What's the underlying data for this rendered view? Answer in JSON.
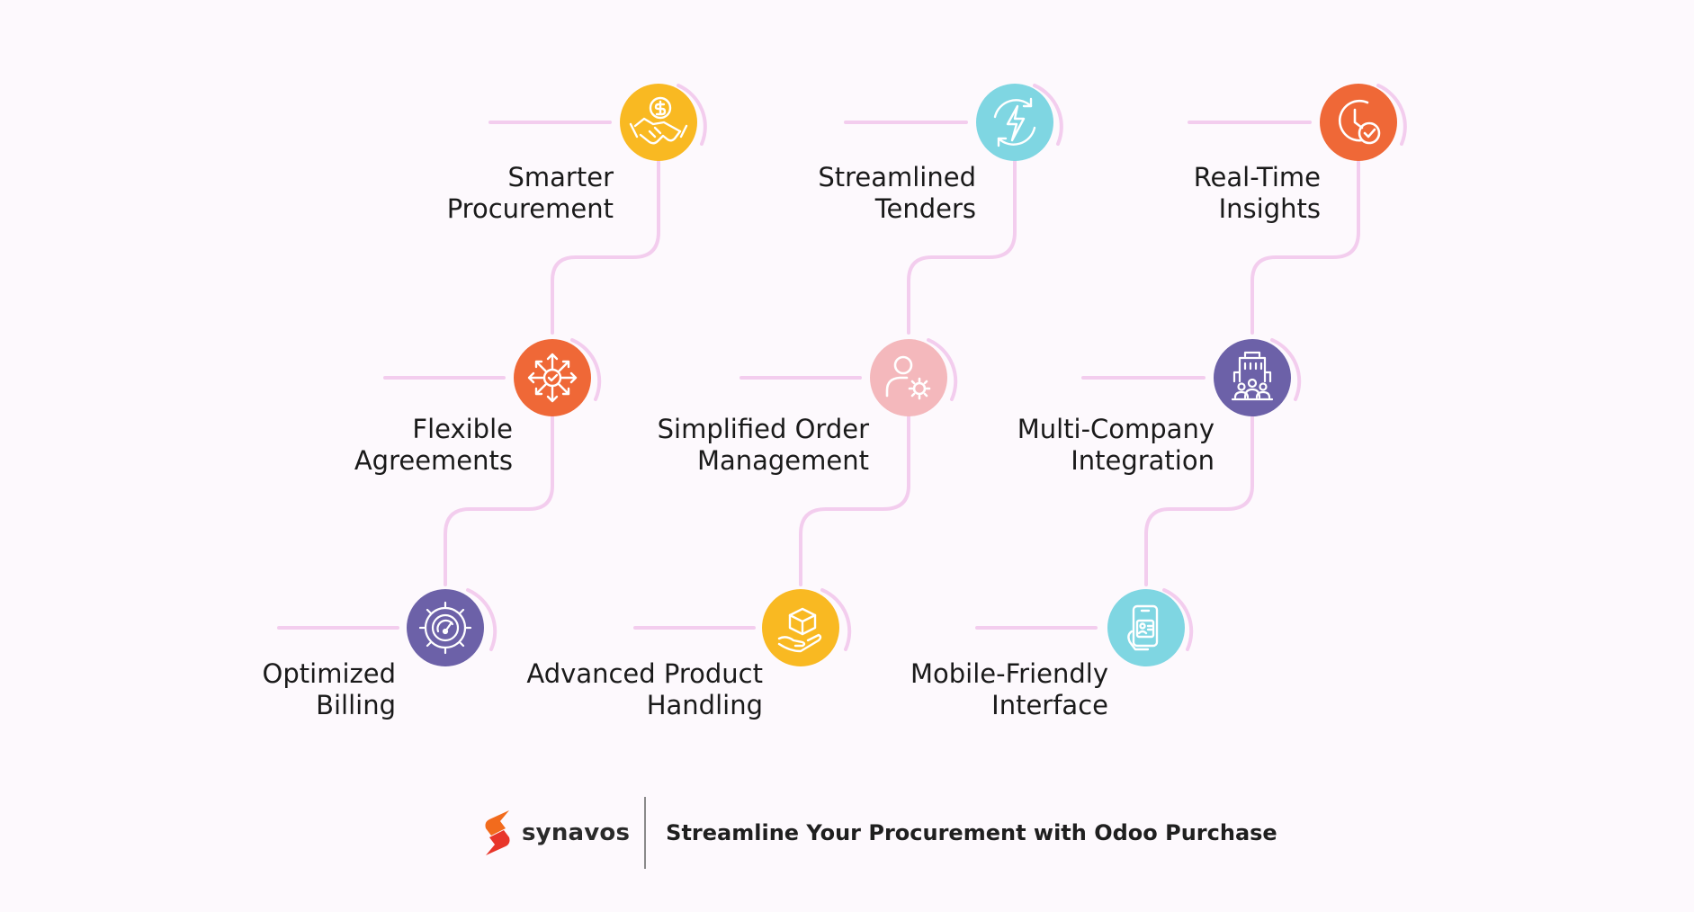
{
  "features": [
    {
      "line1": "Smarter",
      "line2": "Procurement",
      "icon": "handshake-dollar-icon",
      "color": "#f9b922"
    },
    {
      "line1": "Streamlined",
      "line2": "Tenders",
      "icon": "lightning-cycle-icon",
      "color": "#7fd6e2"
    },
    {
      "line1": "Real-Time",
      "line2": "Insights",
      "icon": "clock-check-icon",
      "color": "#ef6837"
    },
    {
      "line1": "Flexible",
      "line2": "Agreements",
      "icon": "arrows-expand-icon",
      "color": "#ef6837"
    },
    {
      "line1": "Simplified Order",
      "line2": "Management",
      "icon": "user-gear-icon",
      "color": "#f4b8bc"
    },
    {
      "line1": "Multi-Company",
      "line2": "Integration",
      "icon": "building-people-icon",
      "color": "#6c61a8"
    },
    {
      "line1": "Optimized",
      "line2": "Billing",
      "icon": "gauge-gear-icon",
      "color": "#6c61a8"
    },
    {
      "line1": "Advanced Product",
      "line2": "Handling",
      "icon": "hand-box-icon",
      "color": "#f9b922"
    },
    {
      "line1": "Mobile-Friendly",
      "line2": "Interface",
      "icon": "mobile-document-icon",
      "color": "#7fd6e2"
    }
  ],
  "footer": {
    "brand": "synavos",
    "brand_icon": "synavos-s-logo",
    "tagline": "Streamline Your Procurement with Odoo Purchase"
  },
  "colors": {
    "connector": "#f3cdee",
    "background": "#fdf9fd",
    "logo_orange": "#f26b1d",
    "logo_red": "#e8352a"
  }
}
